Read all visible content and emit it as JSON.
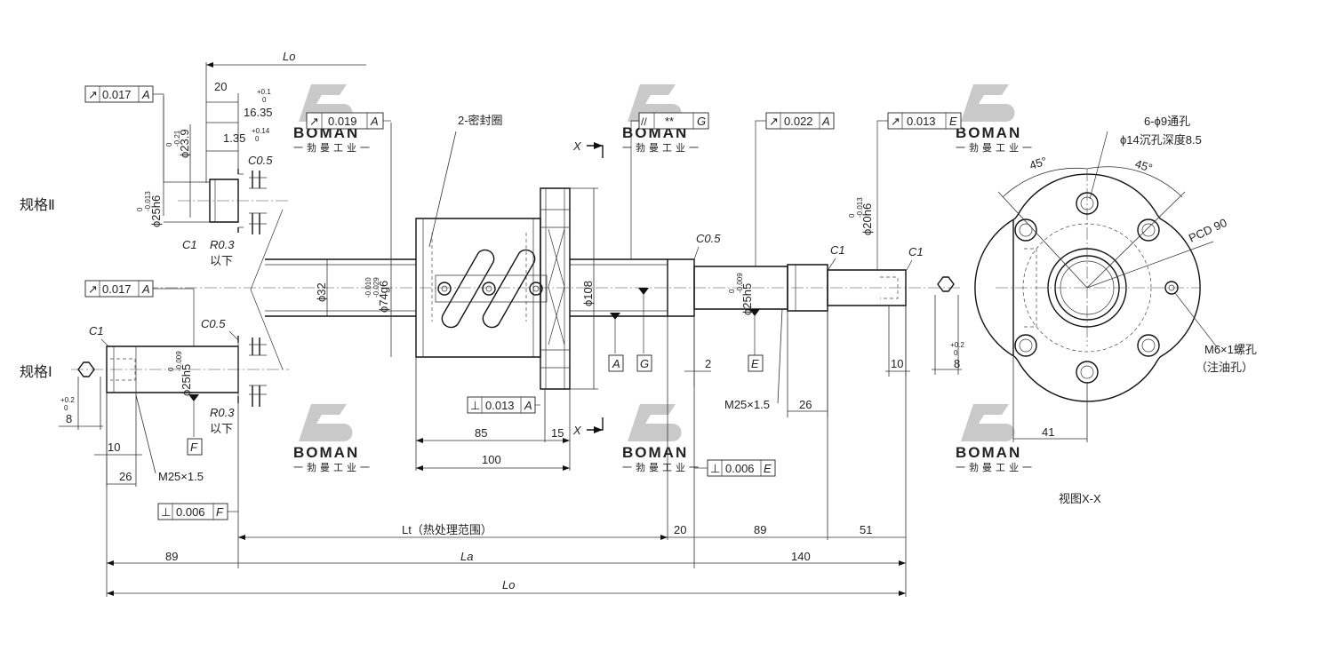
{
  "spec_labels": {
    "spec2": "规格Ⅱ",
    "spec1": "规格Ⅰ"
  },
  "view_title": "视图X-X",
  "section_marks": {
    "x_top": "X",
    "x_bottom": "X"
  },
  "watermark": {
    "brand": "BOMAN",
    "subtitle": "一勃曼工业一"
  },
  "tolerance_frames": [
    {
      "id": "spec2-runout",
      "symbol": "↗",
      "value": "0.017",
      "datum": "A"
    },
    {
      "id": "shaft-runout",
      "symbol": "↗",
      "value": "0.019",
      "datum": "A"
    },
    {
      "id": "nut-parallel",
      "symbol": "//",
      "value": "**",
      "datum": "G"
    },
    {
      "id": "journal-runout",
      "symbol": "↗",
      "value": "0.022",
      "datum": "A"
    },
    {
      "id": "end-runout",
      "symbol": "↗",
      "value": "0.013",
      "datum": "E"
    },
    {
      "id": "spec1-runout",
      "symbol": "↗",
      "value": "0.017",
      "datum": "A"
    },
    {
      "id": "flange-perp",
      "symbol": "⊥",
      "value": "0.013",
      "datum": "A"
    },
    {
      "id": "shoulder-perp",
      "symbol": "⊥",
      "value": "0.006",
      "datum": "E"
    },
    {
      "id": "spec1-perp",
      "symbol": "⊥",
      "value": "0.006",
      "datum": "F"
    }
  ],
  "datum_labels": [
    "A",
    "G",
    "E",
    "F"
  ],
  "dimensions": {
    "lo_top": "Lo",
    "d20": "20",
    "d16_35": "16.35",
    "d16_35_tol_plus": "+0.1",
    "d16_35_tol_minus": "0",
    "d1_35": "1.35",
    "d1_35_tol_plus": "+0.14",
    "d1_35_tol_minus": "0",
    "phi23_9": "ϕ23.9",
    "phi23_9_tol_plus": "0",
    "phi23_9_tol_minus": "-0.21",
    "phi25h6": "ϕ25h6",
    "phi25h6_tol_plus": "0",
    "phi25h6_tol_minus": "-0.013",
    "c05_a": "C0.5",
    "c1_a": "C1",
    "r03_a": "R0.3",
    "below_a": "以下",
    "seals": "2-密封圈",
    "phi32": "ϕ32",
    "phi74g6": "ϕ74g6",
    "phi74g6_tol_plus": "-0.010",
    "phi74g6_tol_minus": "-0.029",
    "phi108": "ϕ108",
    "c05_b": "C0.5",
    "phi25h5_b": "ϕ25h5",
    "phi25h5_b_tol_plus": "0",
    "phi25h5_b_tol_minus": "-0.009",
    "c1_b": "C1",
    "phi20h6": "ϕ20h6",
    "phi20h6_tol_plus": "0",
    "phi20h6_tol_minus": "-0.013",
    "c1_c": "C1",
    "d8_right": "8",
    "d8_right_tol_plus": "+0.2",
    "d8_right_tol_minus": "0",
    "d10_right": "10",
    "d2": "2",
    "m25_right": "M25×1.5",
    "d26_right": "26",
    "c1_left": "C1",
    "c05_left": "C0.5",
    "phi25h5_left": "ϕ25h5",
    "phi25h5_left_tol_plus": "0",
    "phi25h5_left_tol_minus": "-0.009",
    "r03_b": "R0.3",
    "below_b": "以下",
    "d8_left": "8",
    "d8_left_tol_plus": "+0.2",
    "d8_left_tol_minus": "0",
    "d10_left": "10",
    "d26_left": "26",
    "m25_left": "M25×1.5",
    "d85": "85",
    "d15": "15",
    "d100": "100",
    "lt": "Lt（热处理范围）",
    "d20_bottom": "20",
    "d89_mid": "89",
    "d51": "51",
    "d89_left": "89",
    "la": "La",
    "d140": "140",
    "lo_bottom": "Lo"
  },
  "side_view": {
    "holes": "6-ϕ9通孔",
    "counterbore": "ϕ14沉孔深度8.5",
    "angle_a": "45°",
    "angle_b": "45°",
    "pcd": "PCD 90",
    "tap": "M6×1螺孔",
    "tap_note": "（注油孔）",
    "d41": "41"
  }
}
